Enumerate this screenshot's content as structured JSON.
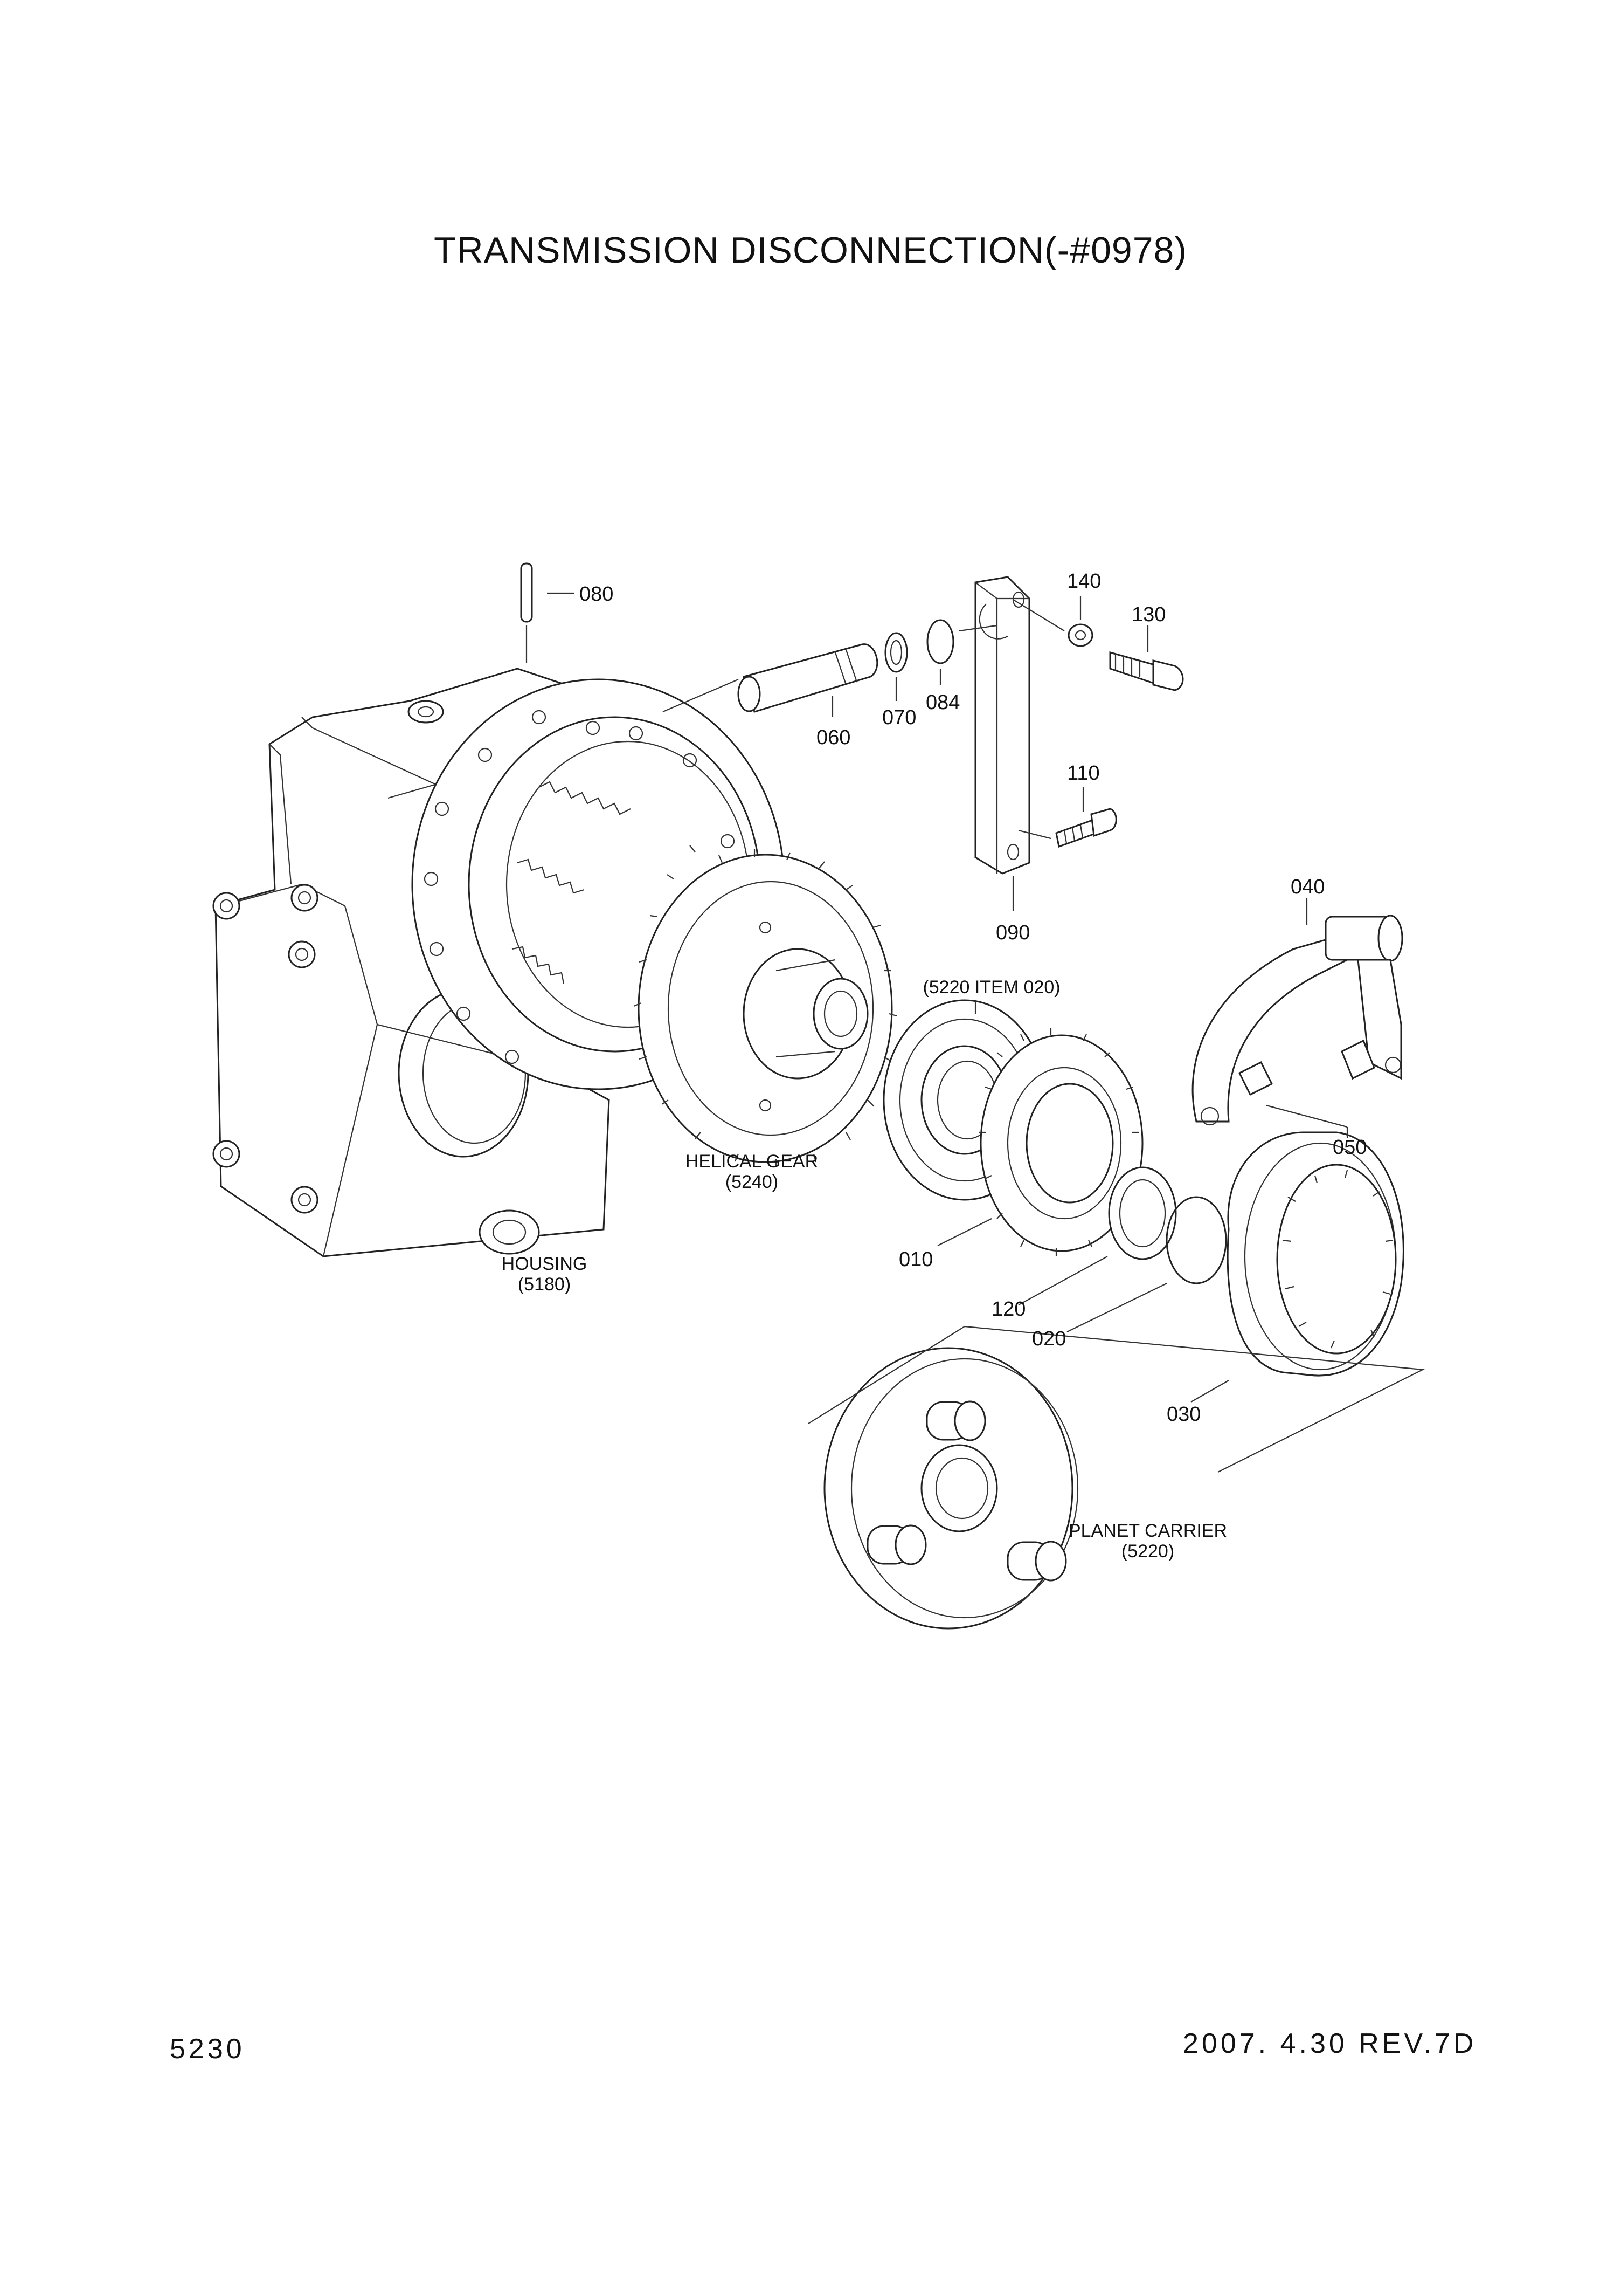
{
  "title": "TRANSMISSION DISCONNECTION(-#0978)",
  "footer": {
    "page_number": "5230",
    "date_revision": "2007. 4.30  REV.7D"
  },
  "part_numbers": {
    "p080": "080",
    "p060": "060",
    "p070": "070",
    "p084": "084",
    "p140": "140",
    "p130": "130",
    "p110": "110",
    "p090": "090",
    "p040": "040",
    "p050": "050",
    "p010": "010",
    "p120": "120",
    "p020": "020",
    "p030": "030"
  },
  "assemblies": {
    "bearing_ref": "(5220 ITEM 020)",
    "helical_gear": {
      "name": "HELICAL GEAR",
      "ref": "(5240)"
    },
    "housing": {
      "name": "HOUSING",
      "ref": "(5180)"
    },
    "planet_carrier": {
      "name": "PLANET CARRIER",
      "ref": "(5220)"
    }
  }
}
